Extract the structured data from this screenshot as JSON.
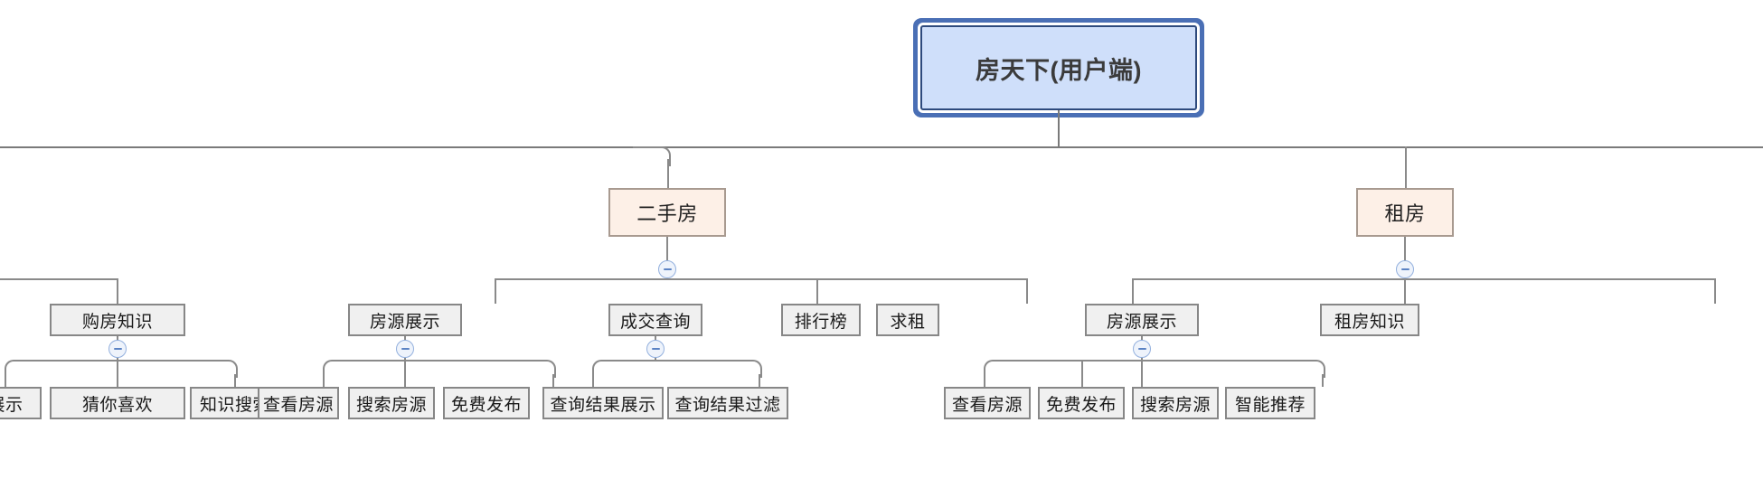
{
  "diagram": {
    "type": "mind-map-tree",
    "title_node": "房天下(用户端)",
    "orientation": "top-down",
    "colors": {
      "root_fill": "#cfdffa",
      "root_border": "#2e4a7d",
      "root_selection": "#4a6fb5",
      "level2_fill": "#fdf0e7",
      "level2_border": "#a89a90",
      "node_fill": "#f0f0f0",
      "node_border": "#878787",
      "edge": "#8a8a8a",
      "toggle_fill": "#eef3fb",
      "toggle_border": "#93b0de",
      "toggle_glyph": "#5b83c4",
      "background": "#ffffff"
    }
  },
  "root": {
    "label": "房天下(用户端)"
  },
  "level2": {
    "ershoufang": {
      "label": "二手房"
    },
    "zufang": {
      "label": "租房"
    }
  },
  "level3": {
    "gouFangZhiShi": {
      "label": "购房知识"
    },
    "esf_fangyuan": {
      "label": "房源展示"
    },
    "esf_chengjiao": {
      "label": "成交查询"
    },
    "esf_paihang": {
      "label": "排行榜"
    },
    "zf_qiuzu": {
      "label": "求租"
    },
    "zf_fangyuan": {
      "label": "房源展示"
    },
    "zf_zhishi": {
      "label": "租房知识"
    }
  },
  "level4": {
    "gfzs_zhanshi": {
      "label": "展示"
    },
    "gfzs_caini": {
      "label": "猜你喜欢"
    },
    "gfzs_sousuo": {
      "label": "知识搜索"
    },
    "esf_fy_chakan": {
      "label": "查看房源"
    },
    "esf_fy_sousuo": {
      "label": "搜索房源"
    },
    "esf_fy_mianfei": {
      "label": "免费发布"
    },
    "esf_cj_zhanshi": {
      "label": "查询结果展示"
    },
    "esf_cj_guolv": {
      "label": "查询结果过滤"
    },
    "zf_fy_chakan": {
      "label": "查看房源"
    },
    "zf_fy_mianfei": {
      "label": "免费发布"
    },
    "zf_fy_sousuo": {
      "label": "搜索房源"
    },
    "zf_fy_zhineng": {
      "label": "智能推荐"
    }
  },
  "toggles": {
    "glyph": "minus",
    "state": "expanded",
    "items": [
      "二手房",
      "租房",
      "购房知识",
      "房源展示(二手房)",
      "成交查询",
      "房源展示(租房)"
    ]
  }
}
